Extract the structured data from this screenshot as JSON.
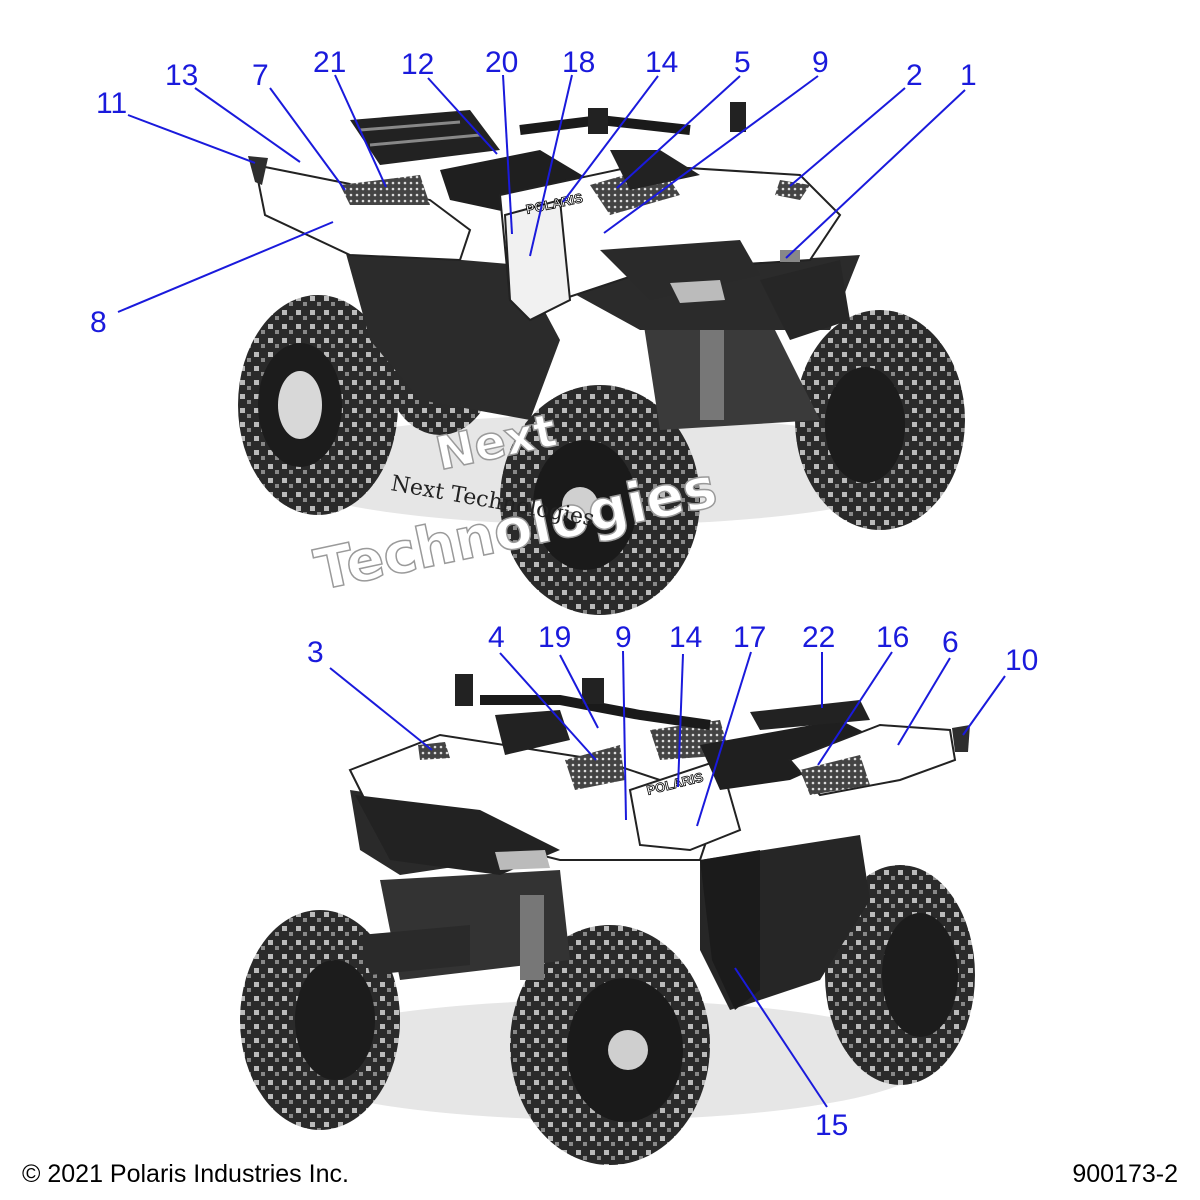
{
  "callouts_top": [
    {
      "key": "11",
      "label": "11"
    },
    {
      "key": "13",
      "label": "13"
    },
    {
      "key": "7",
      "label": "7"
    },
    {
      "key": "21",
      "label": "21"
    },
    {
      "key": "12",
      "label": "12"
    },
    {
      "key": "20",
      "label": "20"
    },
    {
      "key": "18",
      "label": "18"
    },
    {
      "key": "14",
      "label": "14"
    },
    {
      "key": "5",
      "label": "5"
    },
    {
      "key": "9",
      "label": "9"
    },
    {
      "key": "2",
      "label": "2"
    },
    {
      "key": "1",
      "label": "1"
    },
    {
      "key": "8",
      "label": "8"
    }
  ],
  "callouts_bottom": [
    {
      "key": "3",
      "label": "3"
    },
    {
      "key": "4",
      "label": "4"
    },
    {
      "key": "19",
      "label": "19"
    },
    {
      "key": "9",
      "label": "9"
    },
    {
      "key": "14",
      "label": "14"
    },
    {
      "key": "17",
      "label": "17"
    },
    {
      "key": "22",
      "label": "22"
    },
    {
      "key": "16",
      "label": "16"
    },
    {
      "key": "6",
      "label": "6"
    },
    {
      "key": "10",
      "label": "10"
    },
    {
      "key": "15",
      "label": "15"
    }
  ],
  "watermark": {
    "line1": "Next",
    "line2": "Technologies",
    "small": "Next Technologies"
  },
  "brand_decal": "POLARIS",
  "footer": {
    "copyright": "© 2021 Polaris Industries Inc.",
    "diagram_number": "900173-2"
  },
  "colors": {
    "callout": "#1a1adc",
    "body_dark": "#2b2b2b",
    "body_light": "#ffffff"
  }
}
